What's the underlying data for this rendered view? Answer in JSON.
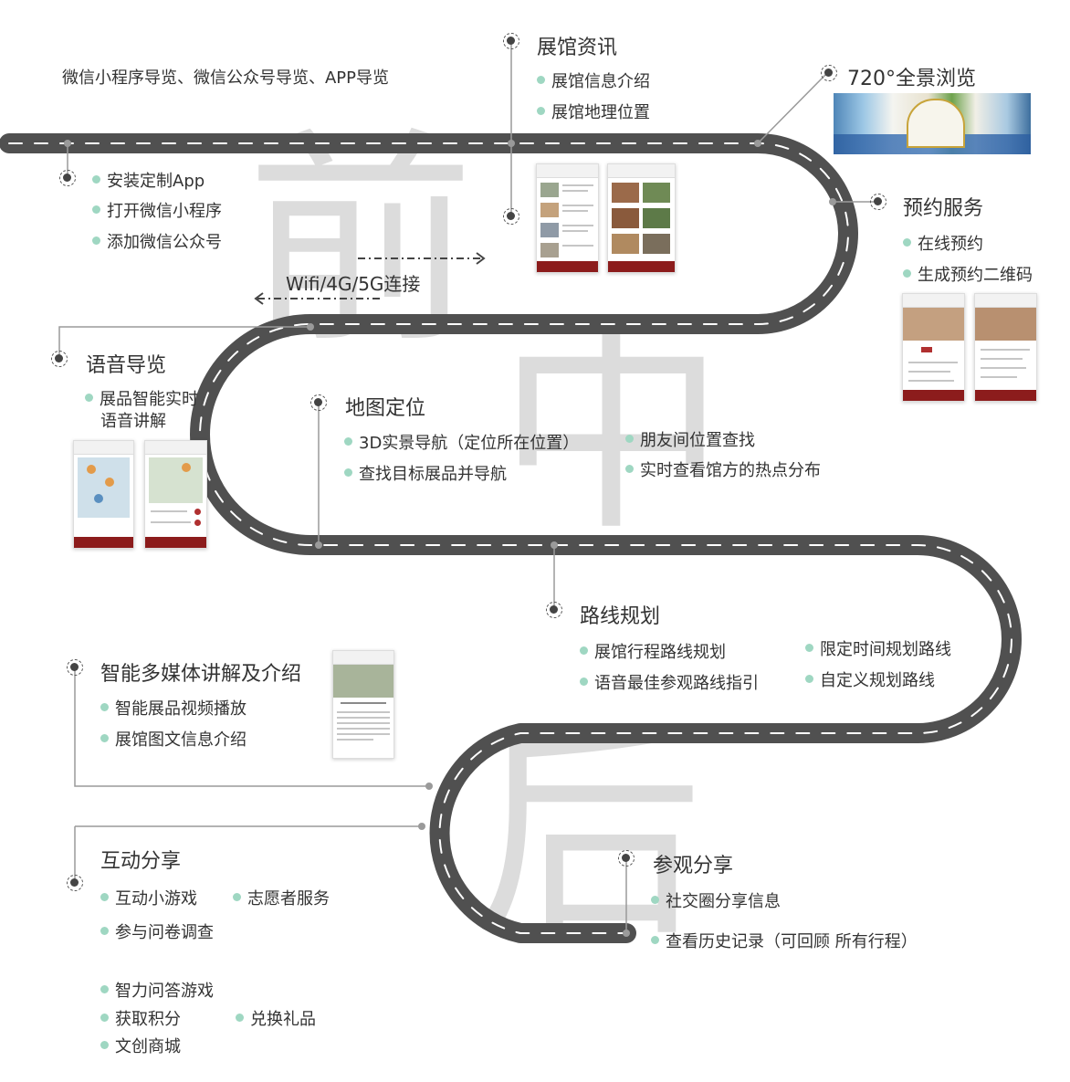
{
  "phase_chars": {
    "before": "前",
    "during": "中",
    "after": "后"
  },
  "intro_line": "微信小程序导览、微信公众号导览、APP导览",
  "setup": {
    "items": [
      "安装定制App",
      "打开微信小程序",
      "添加微信公众号"
    ]
  },
  "connection": {
    "label": "Wifi/4G/5G连接"
  },
  "museum_info": {
    "title": "展馆资讯",
    "items": [
      "展馆信息介绍",
      "展馆地理位置"
    ]
  },
  "panorama": {
    "title": "720°全景浏览"
  },
  "reservation": {
    "title": "预约服务",
    "items": [
      "在线预约",
      "生成预约二维码"
    ]
  },
  "audio_guide": {
    "title": "语音导览",
    "items": [
      "展品智能实时",
      "语音讲解"
    ]
  },
  "map_location": {
    "title": "地图定位",
    "items_left": [
      "3D实景导航（定位所在位置）",
      "查找目标展品并导航"
    ],
    "items_right": [
      "朋友间位置查找",
      "实时查看馆方的热点分布"
    ]
  },
  "route_planning": {
    "title": "路线规划",
    "items_left": [
      "展馆行程路线规划",
      "语音最佳参观路线指引"
    ],
    "items_right": [
      "限定时间规划路线",
      "自定义规划路线"
    ]
  },
  "multimedia": {
    "title": "智能多媒体讲解及介绍",
    "items": [
      "智能展品视频播放",
      "展馆图文信息介绍"
    ]
  },
  "interaction": {
    "title": "互动分享",
    "items": [
      "互动小游戏",
      "志愿者服务",
      "参与问卷调查",
      "智力问答游戏",
      "获取积分",
      "兑换礼品",
      "文创商城"
    ]
  },
  "visit_share": {
    "title": "参观分享",
    "items": [
      "社交圈分享信息",
      "查看历史记录（可回顾 所有行程）"
    ]
  },
  "colors": {
    "road": "#505050",
    "bullet": "#9fd7c2",
    "phase_char": "#dcdcdc",
    "app_bar": "#8c1c1c"
  }
}
